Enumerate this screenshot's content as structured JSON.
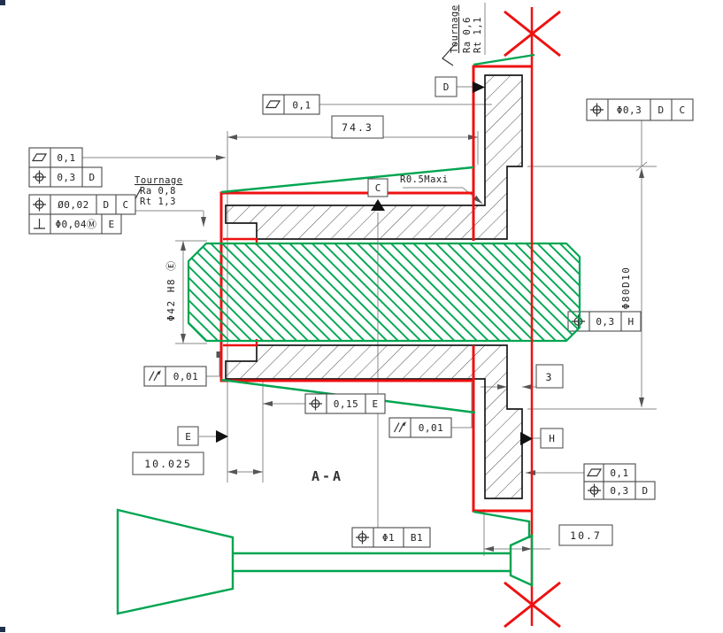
{
  "section_label": "A-A",
  "colors": {
    "overlay_red": "#ee1111",
    "overlay_green": "#00a551",
    "part_line": "#1a1a1a",
    "dim_line": "#8a8a8a"
  },
  "notes": {
    "top": {
      "process": "Tournage",
      "ra": "Ra 0,6",
      "rt": "Rt 1,1"
    },
    "left": {
      "process": "Tournage",
      "ra": "Ra 0,8",
      "rt": "Rt 1,3"
    }
  },
  "datums": {
    "d": "D",
    "c": "C",
    "e": "E",
    "h": "H"
  },
  "dims": {
    "overall": "74.3",
    "bore_offset": "10.025",
    "flange_offset": "10.7",
    "step": "3",
    "fillet": "R0.5Maxi",
    "bore_dia": "Φ42 H8 Ⓔ",
    "journal_dia": "Φ80D10"
  },
  "frames": {
    "top_flatness": {
      "symbol": "flatness",
      "value": "0,1"
    },
    "position_dc": {
      "symbol": "position",
      "value": "Φ0,3",
      "datum1": "D",
      "datum2": "C"
    },
    "left_flatness": {
      "symbol": "flatness",
      "value": "0,1"
    },
    "left_position": {
      "symbol": "position",
      "value": "0,3",
      "datum1": "D"
    },
    "bore_position": {
      "symbol": "position",
      "value": "Ø0,02",
      "datum1": "D",
      "datum2": "C"
    },
    "bore_perpendicularity": {
      "symbol": "perpendicularity",
      "value": "Φ0,04Ⓜ",
      "datum1": "E"
    },
    "runout_left": {
      "symbol": "total-runout",
      "value": "0,01"
    },
    "runout_mid": {
      "symbol": "total-runout",
      "value": "0,01"
    },
    "position_e": {
      "symbol": "position",
      "value": "0,15",
      "datum1": "E"
    },
    "position_h": {
      "symbol": "position",
      "value": "0,3",
      "datum1": "H"
    },
    "position_b1": {
      "symbol": "position",
      "value": "Φ1",
      "datum1": "B1"
    },
    "br_flatness": {
      "symbol": "flatness",
      "value": "0,1"
    },
    "br_position": {
      "symbol": "position",
      "value": "0,3",
      "datum1": "D"
    }
  },
  "icons": {
    "flatness": "parallelogram",
    "position": "circle-crosshair",
    "perpendicularity": "up-tack",
    "total_runout": "double-slant-arrow",
    "surface_finish": "check-mark"
  }
}
